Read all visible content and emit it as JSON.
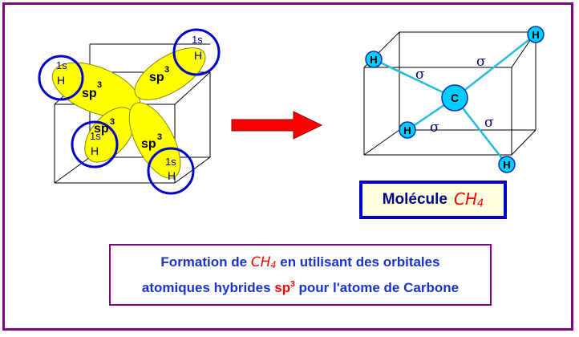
{
  "left": {
    "orbital_sp": "sp",
    "orbital_sup": "3",
    "orbital_1s": "1s",
    "atom_h": "H"
  },
  "right": {
    "atom_c": "C",
    "atom_h": "H",
    "bond_sigma": "σ"
  },
  "molecule_box": {
    "label": "Molécule",
    "formula_main": "CH",
    "formula_sub": "4"
  },
  "caption": {
    "line1_start": "Formation de ",
    "formula_main": "CH",
    "formula_sub": "4",
    "line1_end": " en utilisant des orbitales",
    "line2_start": "atomiques hybrides ",
    "hybrid_main": "sp",
    "hybrid_sup": "3",
    "line2_end": " pour l'atome de Carbone"
  },
  "colors": {
    "frame": "#800080",
    "lobe": "#ffff00",
    "circle": "#0000cc",
    "atom_fill": "#00ccff",
    "bond": "#22bbdd",
    "arrow": "#ff0000",
    "text_blue": "#1a33cc"
  }
}
